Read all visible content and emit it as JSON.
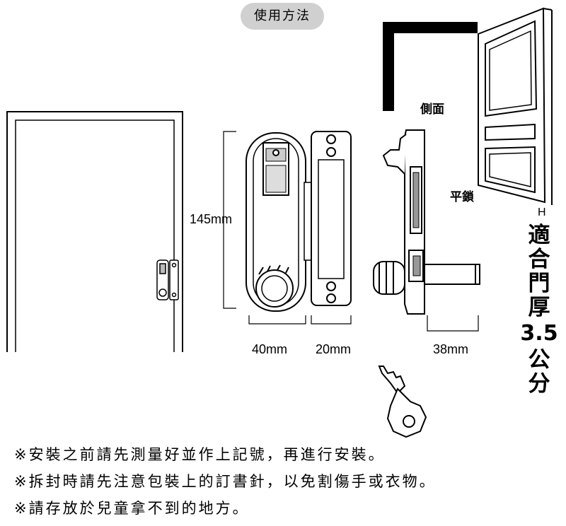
{
  "title": "使用方法",
  "labels": {
    "side": "側面",
    "flat_lock": "平鎖",
    "h_mark": "H"
  },
  "dimensions": {
    "height": "145mm",
    "width_lock": "40mm",
    "width_plate": "20mm",
    "depth": "38mm"
  },
  "door_thickness": {
    "line1": "適",
    "line2": "合",
    "line3": "門",
    "line4": "厚",
    "value": "3.5",
    "unit1": "公",
    "unit2": "分"
  },
  "notes": [
    "※安裝之前請先測量好並作上記號，再進行安裝。",
    "※拆封時請先注意包裝上的訂書針，以免割傷手或衣物。",
    "※請存放於兒童拿不到的地方。"
  ]
}
